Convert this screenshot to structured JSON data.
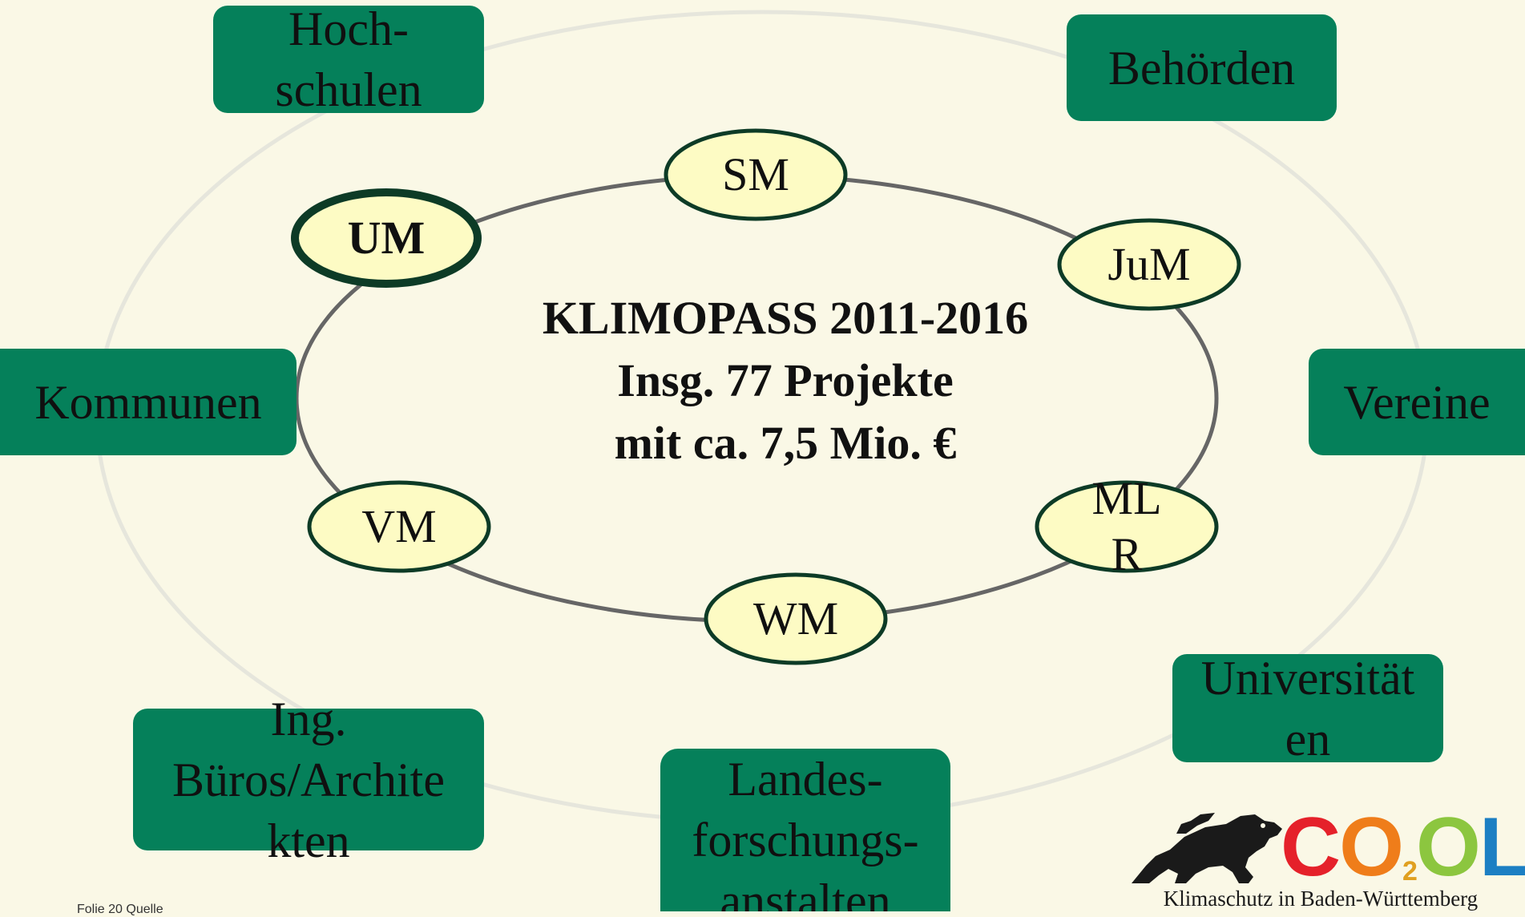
{
  "center": {
    "line1": "KLIMOPASS 2011-2016",
    "line2": "Insg. 77 Projekte",
    "line3": "mit ca. 7,5 Mio. €"
  },
  "inner_nodes": {
    "sm": "SM",
    "um": "UM",
    "jum": "JuM",
    "mlr_1": "ML",
    "mlr_2": "R",
    "wm": "WM",
    "vm": "VM"
  },
  "outer_boxes": {
    "hochschulen_1": "Hoch-",
    "hochschulen_2": "schulen",
    "behoerden": "Behörden",
    "kommunen": "Kommunen",
    "vereine": "Vereine",
    "universitaeten_1": "Universität",
    "universitaeten_2": "en",
    "ing_1": "Ing.",
    "ing_2": "Büros/Archite",
    "ing_3": "kten",
    "landes_1": "Landes-",
    "landes_2": "forschungs-",
    "landes_3": "anstalten"
  },
  "logo": {
    "cool_c": "C",
    "cool_o1": "O",
    "cool_sub": "2",
    "cool_o2": "O",
    "cool_l": "L",
    "cool_ex": "!",
    "tagline": "Klimaschutz in Baden-Württemberg",
    "icon": "lion-icon"
  },
  "footnote": "Folie 20 Quelle",
  "colors": {
    "background": "#faf8e6",
    "box_green": "#05805a",
    "node_fill": "#fdfbc4",
    "node_border": "#0d3b26",
    "inner_ring": "#666666",
    "outer_ring": "#e6e6dc"
  }
}
